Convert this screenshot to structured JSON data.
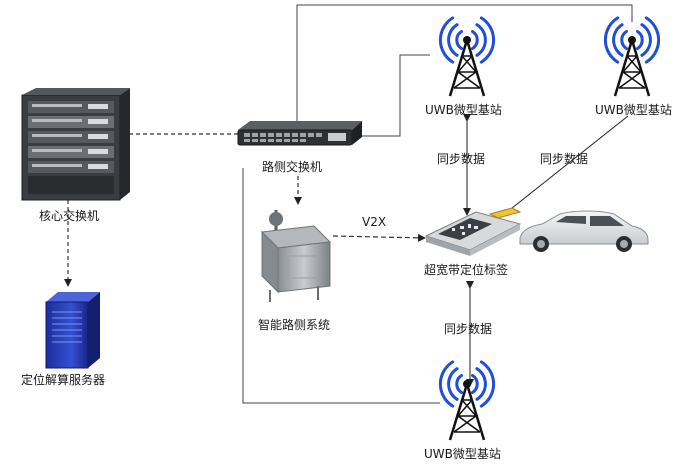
{
  "nodes": {
    "core_switch": "核心交换机",
    "roadside_switch": "路侧交换机",
    "server": "定位解算服务器",
    "roadside_system": "智能路侧系统",
    "uwb_tag": "超宽带定位标签",
    "uwb_station_1": "UWB微型基站",
    "uwb_station_2": "UWB微型基站",
    "uwb_station_3": "UWB微型基站"
  },
  "edges": {
    "v2x": "V2X",
    "sync_1": "同步数据",
    "sync_2": "同步数据",
    "sync_3": "同步数据"
  },
  "colors": {
    "antenna_blue": "#1f4fd8",
    "line": "#333333",
    "server_blue": "#2a3fb8"
  }
}
